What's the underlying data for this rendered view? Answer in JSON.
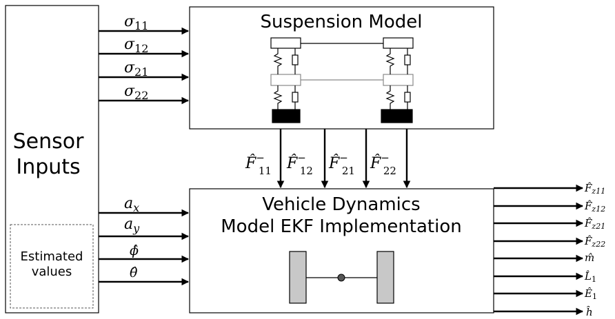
{
  "blocks": {
    "sensor_inputs": {
      "line1": "Sensor",
      "line2": "Inputs"
    },
    "estimated_values": {
      "line1": "Estimated",
      "line2": "values"
    },
    "suspension_model": {
      "title": "Suspension Model"
    },
    "vehicle_dynamics": {
      "title_line1": "Vehicle Dynamics",
      "title_line2": "Model EKF Implementation"
    }
  },
  "suspension_inputs": [
    {
      "base": "σ",
      "sub": "11"
    },
    {
      "base": "σ",
      "sub": "12"
    },
    {
      "base": "σ",
      "sub": "21"
    },
    {
      "base": "σ",
      "sub": "22"
    }
  ],
  "vehicle_inputs": [
    {
      "base": "a",
      "sub": "x"
    },
    {
      "base": "a",
      "sub": "y"
    },
    {
      "base": "ϕ̂",
      "sub": ""
    },
    {
      "base": "θ̂",
      "sub": ""
    }
  ],
  "force_links": [
    {
      "base": "F̂",
      "sup": "−",
      "sub": "11"
    },
    {
      "base": "F̂",
      "sup": "−",
      "sub": "12"
    },
    {
      "base": "F̂",
      "sup": "−",
      "sub": "21"
    },
    {
      "base": "F̂",
      "sup": "−",
      "sub": "22"
    }
  ],
  "outputs": [
    {
      "base": "F̂",
      "sub": "z11"
    },
    {
      "base": "F̂",
      "sub": "z12"
    },
    {
      "base": "F̂",
      "sub": "z21"
    },
    {
      "base": "F̂",
      "sub": "z22"
    },
    {
      "base": "m̂",
      "sub": ""
    },
    {
      "base": "L̂",
      "sub": "1"
    },
    {
      "base": "Ê",
      "sub": "1"
    },
    {
      "base": "ĥ",
      "sub": ""
    }
  ]
}
